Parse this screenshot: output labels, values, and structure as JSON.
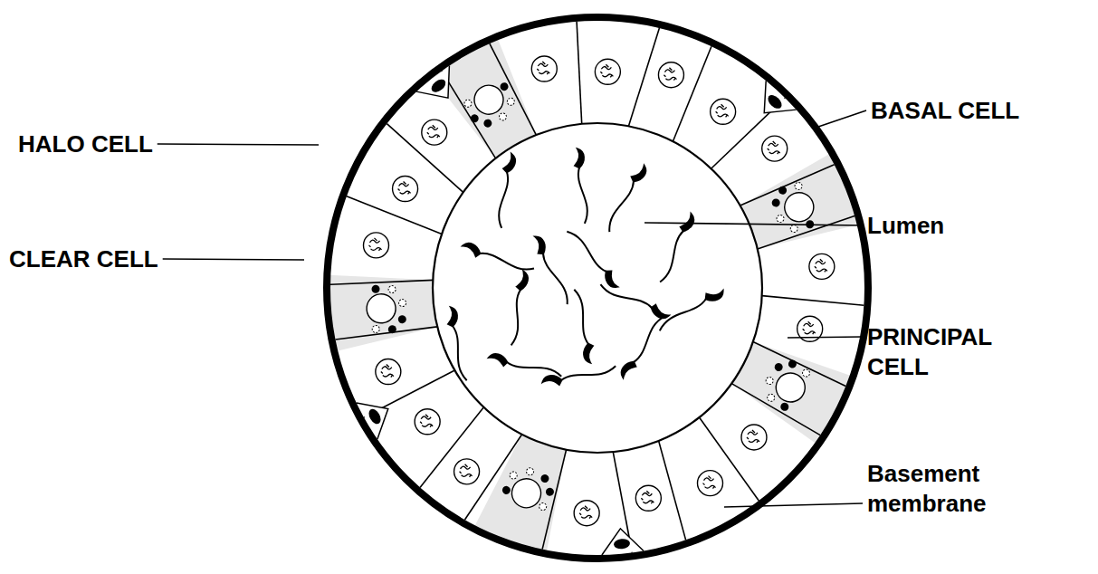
{
  "diagram": {
    "labels": [
      "HALO CELL",
      "CLEAR CELL",
      "BASAL CELL",
      "Lumen",
      "PRINCIPAL CELL",
      "Basement membrane"
    ]
  }
}
